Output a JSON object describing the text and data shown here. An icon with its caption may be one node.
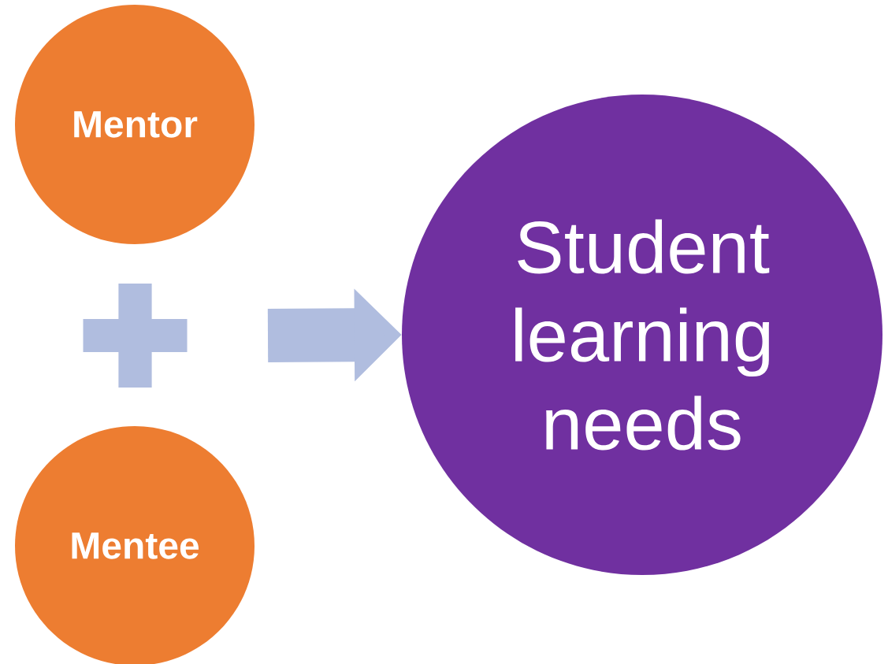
{
  "diagram": {
    "nodes": [
      {
        "text": [
          "Mentor"
        ]
      },
      {
        "text": [],
        "shape": "plus"
      },
      {
        "text": [
          "Mentee"
        ]
      },
      {
        "text": [
          "Student learning needs"
        ]
      }
    ],
    "edges": [
      {
        "from": null,
        "to": 3,
        "arrow": "to"
      }
    ]
  }
}
